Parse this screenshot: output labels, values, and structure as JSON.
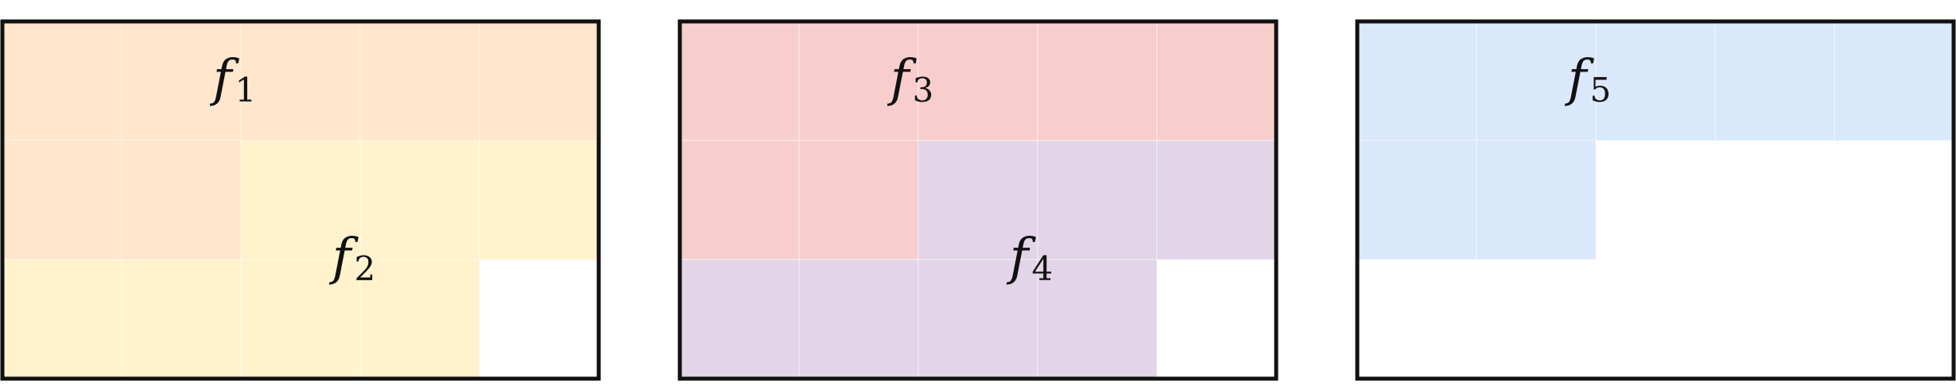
{
  "panels": [
    {
      "regions": [
        {
          "name": "f",
          "subscript": "1",
          "color": "#FFE6CC",
          "cells": [
            [
              0,
              0
            ],
            [
              0,
              1
            ],
            [
              0,
              2
            ],
            [
              0,
              3
            ],
            [
              0,
              4
            ],
            [
              1,
              0
            ],
            [
              1,
              1
            ]
          ]
        },
        {
          "name": "f",
          "subscript": "2",
          "color": "#FFF2CC",
          "cells": [
            [
              1,
              2
            ],
            [
              1,
              3
            ],
            [
              1,
              4
            ],
            [
              2,
              0
            ],
            [
              2,
              1
            ],
            [
              2,
              2
            ],
            [
              2,
              3
            ]
          ]
        }
      ]
    },
    {
      "regions": [
        {
          "name": "f",
          "subscript": "3",
          "color": "#F8CECC",
          "cells": [
            [
              0,
              0
            ],
            [
              0,
              1
            ],
            [
              0,
              2
            ],
            [
              0,
              3
            ],
            [
              0,
              4
            ],
            [
              1,
              0
            ],
            [
              1,
              1
            ]
          ]
        },
        {
          "name": "f",
          "subscript": "4",
          "color": "#E1D5E7",
          "cells": [
            [
              1,
              2
            ],
            [
              1,
              3
            ],
            [
              1,
              4
            ],
            [
              2,
              0
            ],
            [
              2,
              1
            ],
            [
              2,
              2
            ],
            [
              2,
              3
            ]
          ]
        }
      ]
    },
    {
      "regions": [
        {
          "name": "f",
          "subscript": "5",
          "color": "#DAE8FC",
          "cells": [
            [
              0,
              0
            ],
            [
              0,
              1
            ],
            [
              0,
              2
            ],
            [
              0,
              3
            ],
            [
              0,
              4
            ],
            [
              1,
              0
            ],
            [
              1,
              1
            ]
          ]
        }
      ]
    }
  ]
}
